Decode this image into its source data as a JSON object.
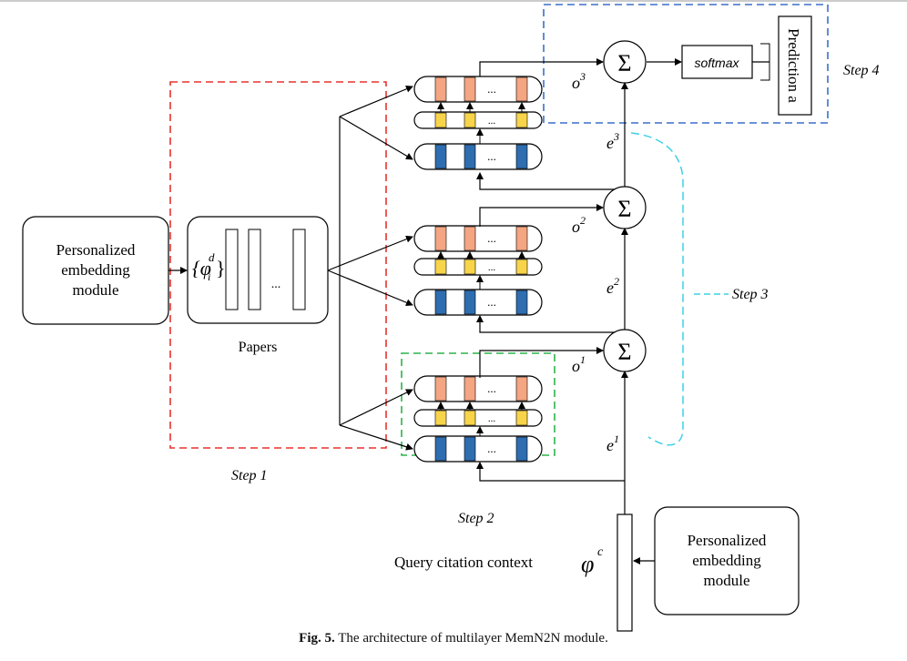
{
  "figure": {
    "caption_label": "Fig. 5.",
    "caption_text": "The architecture of multilayer MemN2N module.",
    "left_module": {
      "line1": "Personalized",
      "line2": "embedding",
      "line3": "module"
    },
    "right_module": {
      "line1": "Personalized",
      "line2": "embedding",
      "line3": "module"
    },
    "papers_label": "Papers",
    "papers_set_symbol": "{φ",
    "papers_set_sup": "d",
    "papers_set_sub": "i",
    "papers_set_close": "}",
    "ellipsis": "...",
    "query_label": "Query citation context",
    "query_symbol": "φ",
    "query_sup": "c",
    "softmax_label": "softmax",
    "prediction_label": "Prediction a",
    "sum_symbol": "Σ",
    "outputs": [
      {
        "base": "o",
        "sup": "1"
      },
      {
        "base": "o",
        "sup": "2"
      },
      {
        "base": "o",
        "sup": "3"
      }
    ],
    "embeddings": [
      {
        "base": "e",
        "sup": "1"
      },
      {
        "base": "e",
        "sup": "2"
      },
      {
        "base": "e",
        "sup": "3"
      }
    ],
    "steps": [
      "Step 1",
      "Step 2",
      "Step 3",
      "Step 4"
    ],
    "colors": {
      "orange_cell": "#f4a582",
      "yellow_cell": "#f7d44a",
      "blue_cell": "#2e6db0",
      "step1_box": "#e8322d",
      "step2_box": "#2db34a",
      "step3_curve": "#3fd0e6",
      "step4_box": "#3b6fc9"
    }
  }
}
